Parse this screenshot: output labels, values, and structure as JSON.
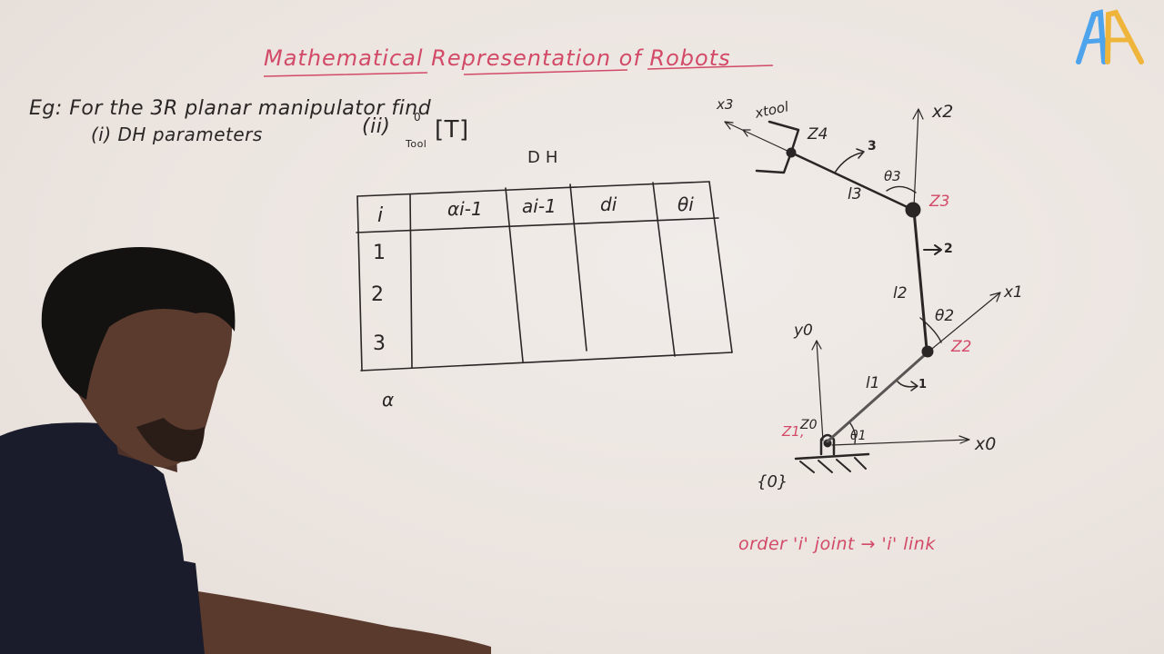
{
  "board": {
    "title": "Mathematical Representation of Robots",
    "example_line": "Eg: For the 3R planar manipulator find",
    "question_i": "(i) DH parameters",
    "question_ii": "(ii)",
    "transform_superscript": "0",
    "transform_subscript": "Tool",
    "transform_symbol": "[T]",
    "table_title": "DH",
    "stray_symbol": "α"
  },
  "dh_table": {
    "columns": [
      "i",
      "αi-1",
      "ai-1",
      "di",
      "θi"
    ],
    "rows": [
      {
        "i": "1",
        "alpha": "",
        "a": "",
        "d": "",
        "theta": ""
      },
      {
        "i": "2",
        "alpha": "",
        "a": "",
        "d": "",
        "theta": ""
      },
      {
        "i": "3",
        "alpha": "",
        "a": "",
        "d": "",
        "theta": ""
      }
    ]
  },
  "diagram": {
    "labels": {
      "x3": "x3",
      "xtool": "xtool",
      "z4": "Z4",
      "link3_num": "3",
      "theta3": "θ3",
      "l3": "l3",
      "x2": "x2",
      "z3": "Z3",
      "link2_num": "2",
      "l2": "l2",
      "theta2": "θ2",
      "x1": "x1",
      "z2": "Z2",
      "y0": "y0",
      "l1": "l1",
      "link1_num": "1",
      "z1": "Z1,",
      "z0": "Z0",
      "theta1": "θ1",
      "x0": "x0",
      "frame0": "{0}"
    },
    "note": "order 'i' joint → 'i' link"
  },
  "logo": {
    "text": "AA",
    "colors": {
      "left": "#4da3ec",
      "right": "#efb53a"
    }
  },
  "colors": {
    "ink": "#2a2626",
    "red_marker": "#d24a67",
    "board": "#ece6e2",
    "shirt": "#1a1c2c"
  }
}
